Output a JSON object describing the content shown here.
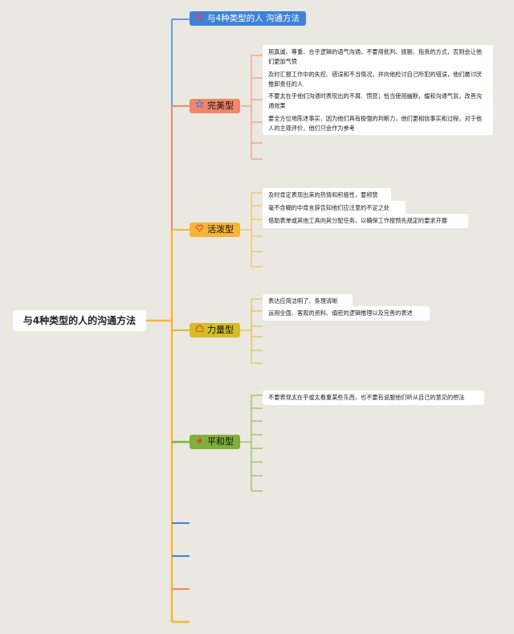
{
  "root": {
    "label": "与4种类型的人的沟通方法"
  },
  "header_topic": {
    "label": "与4种类型的人 沟通方法",
    "icon": "star-outline-icon",
    "color": "#3d82d6"
  },
  "categories": [
    {
      "label": "完美型",
      "icon": "star-icon",
      "color": "#f0866b",
      "items": [
        "用真诚、尊重、合乎逻辑的语气沟通，不要用批判、挑剔、指责的方式，否则会让他们更加气愤",
        "及时汇报工作中的失控、错误和不当情况，并向他检讨自己所犯的错误，他们最讨厌推卸责任的人",
        "不要太在乎他们沟通时表现出的不屑、愤怒；恰当使用幽默，缓和沟通气氛，改善沟通效果",
        "要全方位地陈述事实，因为他们具有极强的判断力，他们更相信事实和过程，对于他人的主观评价，他们只会作为参考"
      ]
    },
    {
      "label": "活泼型",
      "icon": "heart-icon",
      "color": "#f3b53a",
      "items": [
        "及时肯定表现出来的热情和积极性，要称赞",
        "毫不含糊的中肯言辞告知他们应注意的不足之处",
        "借助表单或其他工具向其分配任务，以确保工作按预先规定的要求开展"
      ]
    },
    {
      "label": "力量型",
      "icon": "home-icon",
      "color": "#d5bd27",
      "items": [
        "表达应简洁明了、条理清晰",
        "运用全面、客观的资料、缜密的逻辑推理以及完善的表述"
      ]
    },
    {
      "label": "平和型",
      "icon": "fire-icon",
      "color": "#7fb03a",
      "items": [
        "不要表现太在乎或太看重某些东西，也不要有说服他们听从自己的意见的想法"
      ]
    }
  ],
  "colors": {
    "background": "#ebe8e1",
    "spine": "#f3b53a"
  }
}
